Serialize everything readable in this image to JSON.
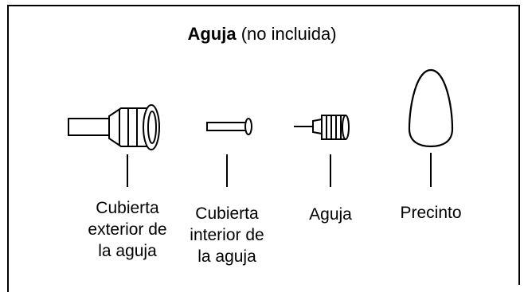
{
  "title": {
    "bold": "Aguja",
    "rest": " (no incluida)"
  },
  "parts": [
    {
      "id": "outer-cap",
      "icon": "outer-needle-cap-icon",
      "lines": [
        "Cubierta",
        "exterior de",
        "la aguja"
      ]
    },
    {
      "id": "inner-cap",
      "icon": "inner-needle-cap-icon",
      "lines": [
        "Cubierta",
        "interior de",
        "la aguja"
      ]
    },
    {
      "id": "needle",
      "icon": "needle-icon",
      "lines": [
        "Aguja"
      ]
    },
    {
      "id": "seal",
      "icon": "seal-icon",
      "lines": [
        "Precinto"
      ]
    }
  ]
}
